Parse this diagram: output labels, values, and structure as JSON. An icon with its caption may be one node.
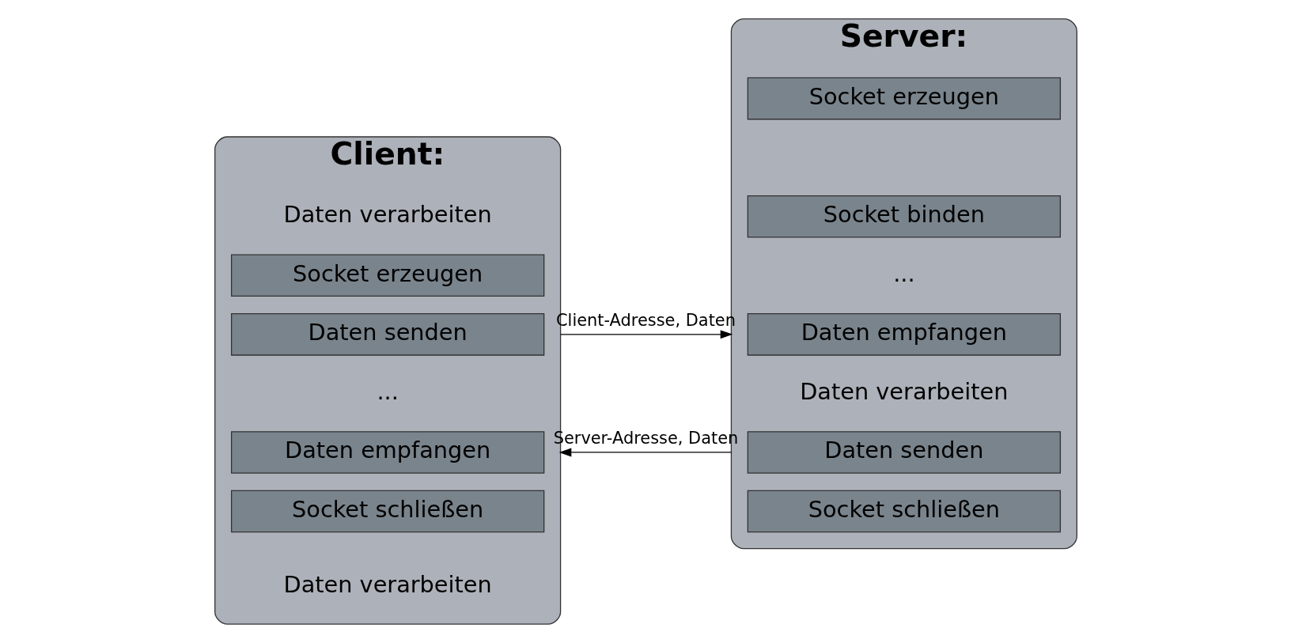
{
  "diagram": {
    "nodes": [
      {
        "text": [
          "Client:"
        ]
      },
      {
        "text": [
          "Daten verarbeiten"
        ],
        "in": 0
      },
      {
        "text": [
          "Socket erzeugen"
        ],
        "in": 0
      },
      {
        "text": [
          "Daten senden"
        ],
        "in": 0
      },
      {
        "text": [
          "..."
        ],
        "in": 0
      },
      {
        "text": [
          "Daten empfangen"
        ],
        "in": 0
      },
      {
        "text": [
          "Socket schließen"
        ],
        "in": 0
      },
      {
        "text": [
          "Daten verarbeiten"
        ],
        "in": 0
      },
      {
        "text": [
          "Server:"
        ]
      },
      {
        "text": [
          "Socket erzeugen"
        ],
        "in": 8
      },
      {
        "text": [
          "Socket binden"
        ],
        "in": 8
      },
      {
        "text": [
          "..."
        ],
        "in": 8
      },
      {
        "text": [
          "Daten empfangen"
        ],
        "in": 8
      },
      {
        "text": [
          "Daten verarbeiten"
        ],
        "in": 8
      },
      {
        "text": [
          "Daten senden"
        ],
        "in": 8
      },
      {
        "text": [
          "Socket schließen"
        ],
        "in": 8
      }
    ],
    "edges": [
      {
        "from": 0,
        "to": 8,
        "arrow": "to",
        "label": "Client-Adresse, Daten"
      },
      {
        "from": 8,
        "to": 0,
        "arrow": "to",
        "label": "Server-Adresse, Daten"
      }
    ]
  }
}
